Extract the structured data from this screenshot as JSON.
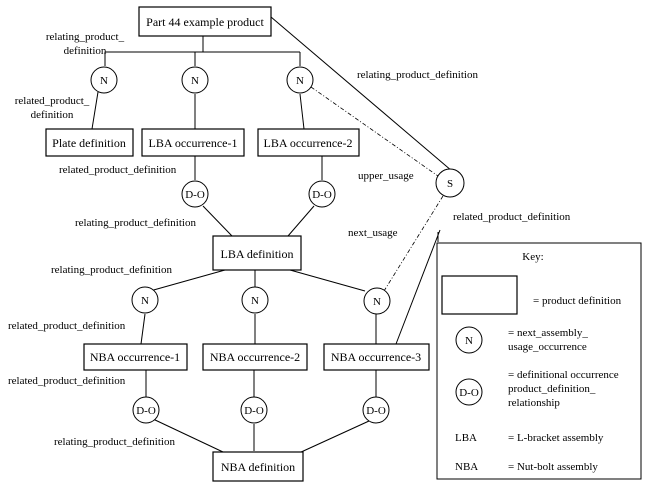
{
  "boxes": {
    "part44": "Part 44 example product",
    "plate": "Plate definition",
    "lba_occ1": "LBA occurrence-1",
    "lba_occ2": "LBA occurrence-2",
    "lba_def": "LBA definition",
    "nba_occ1": "NBA occurrence-1",
    "nba_occ2": "NBA occurrence-2",
    "nba_occ3": "NBA occurrence-3",
    "nba_def": "NBA definition"
  },
  "nodes": {
    "n": "N",
    "do": "D-O",
    "s": "S"
  },
  "labels": {
    "relating_pd_line1": "relating_product_",
    "relating_pd_line2": "definition",
    "related_pd_line1": "related_product_",
    "related_pd_line2": "definition",
    "related_pd_lba": "related_product_definition",
    "relating_pd_lba": "relating_product_definition",
    "relating_pd_nba_n": "relating_product_definition",
    "related_pd_nba_n": "related_product_definition",
    "related_pd_nba_do": "related_product_definition",
    "relating_pd_nba_def": "relating_product_definition",
    "relating_pd_s": "relating_product_definition",
    "upper_usage": "upper_usage",
    "related_pd_s": "related_product_definition",
    "next_usage": "next_usage"
  },
  "key": {
    "title": "Key:",
    "product_definition": "= product definition",
    "n_symbol": "N",
    "n_line1": "= next_assembly_",
    "n_line2": "usage_occurrence",
    "do_symbol": "D-O",
    "do_line1": "= definitional occurrence",
    "do_line2": "product_definition_",
    "do_line3": "relationship",
    "lba_abbr": "LBA",
    "lba_desc": "= L-bracket assembly",
    "nba_abbr": "NBA",
    "nba_desc": "= Nut-bolt assembly"
  }
}
